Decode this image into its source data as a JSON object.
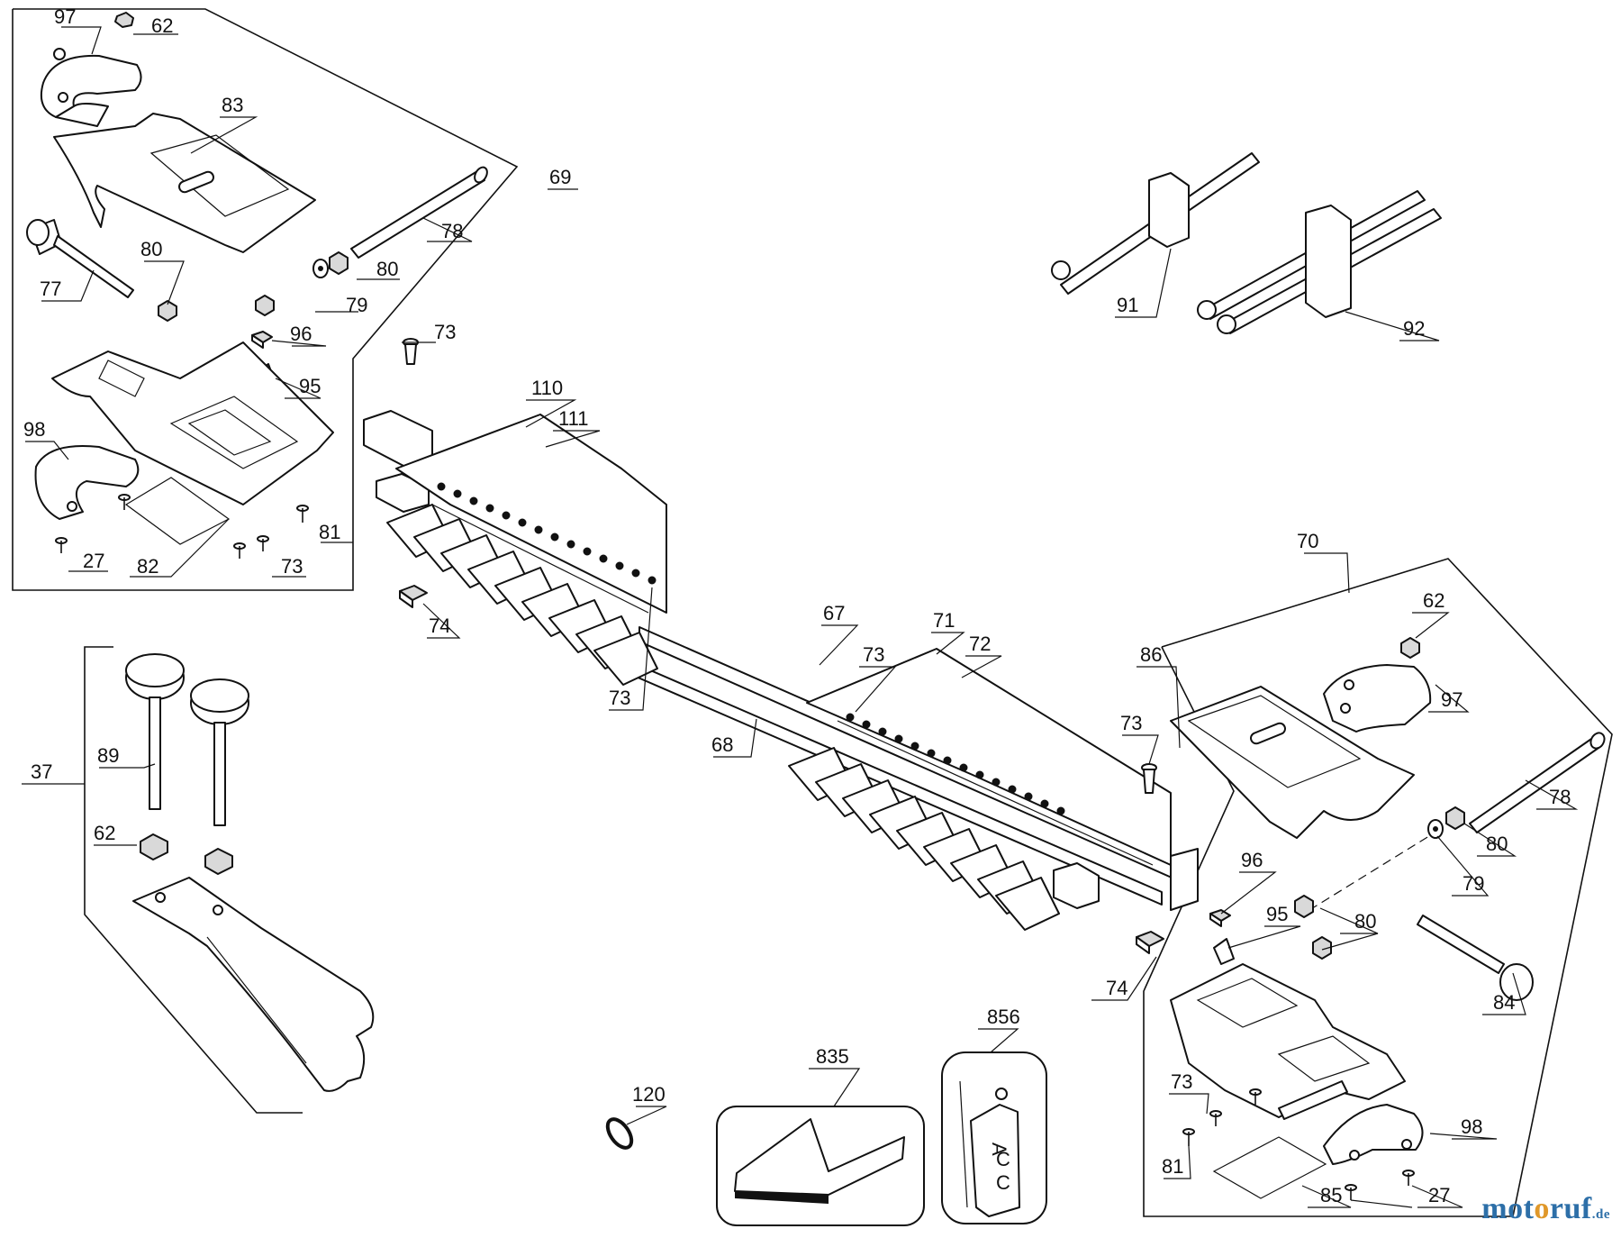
{
  "labels": {
    "l97a": "97",
    "l62a": "62",
    "l83": "83",
    "l69": "69",
    "l78a": "78",
    "l80a": "80",
    "l80b": "80",
    "l77": "77",
    "l79a": "79",
    "l96a": "96",
    "l73a": "73",
    "l95a": "95",
    "l98a": "98",
    "l81a": "81",
    "l27a": "27",
    "l82": "82",
    "l73b": "73",
    "l110": "110",
    "l111": "111",
    "l74a": "74",
    "l91": "91",
    "l92": "92",
    "l67": "67",
    "l71": "71",
    "l72": "72",
    "l73c": "73",
    "l73d": "73",
    "l68": "68",
    "l37": "37",
    "l89": "89",
    "l62b": "62",
    "l70": "70",
    "l62c": "62",
    "l86": "86",
    "l97b": "97",
    "l73e": "73",
    "l78b": "78",
    "l80c": "80",
    "l79b": "79",
    "l96b": "96",
    "l95b": "95",
    "l80d": "80",
    "l74b": "74",
    "l84": "84",
    "l856": "856",
    "l835": "835",
    "l120": "120",
    "l73f": "73",
    "l98b": "98",
    "l81b": "81",
    "l27b": "27",
    "l85": "85"
  },
  "card_text": [
    "A",
    "C",
    "C"
  ],
  "watermark": {
    "brand_part1": "mot",
    "brand_part2": "o",
    "brand_part3": "ruf",
    "tld": ".de"
  },
  "colors": {
    "line": "#111111",
    "brand_blue": "#2d6fa8",
    "brand_orange": "#e0982a"
  }
}
